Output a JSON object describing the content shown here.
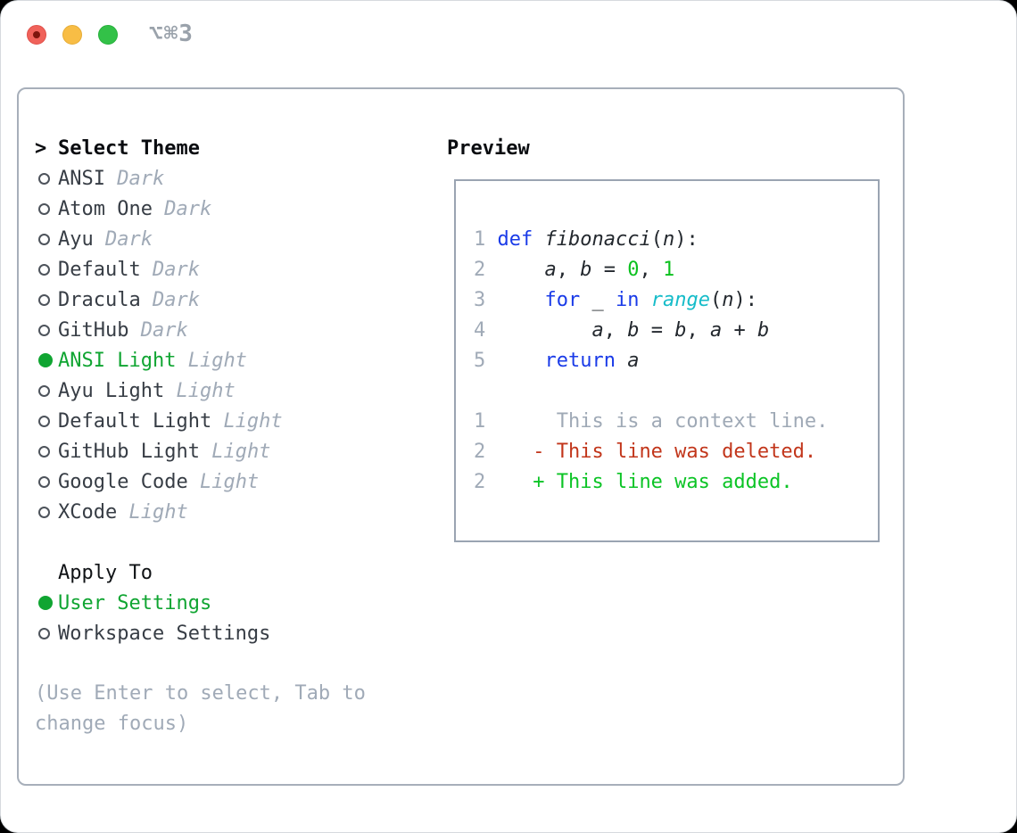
{
  "window": {
    "shortcut_label": "⌥⌘3",
    "traffic_lights": [
      {
        "name": "close",
        "color": "#f0625a",
        "modified_dot": true
      },
      {
        "name": "minimize",
        "color": "#f8bd45",
        "modified_dot": false
      },
      {
        "name": "zoom",
        "color": "#33c148",
        "modified_dot": false
      }
    ]
  },
  "colors": {
    "accent_green": "#10a532",
    "muted_gray": "#a0aab7",
    "item_text": "#373d45",
    "keyword_blue": "#1a3be8",
    "builtin_cyan": "#16bcc9",
    "number_green": "#0cc11f",
    "diff_deleted_red": "#c2361b",
    "diff_added_green": "#0cc426",
    "panel_border": "#a7afba"
  },
  "theme_panel": {
    "title_prefix": ">",
    "title": "Select Theme",
    "themes": [
      {
        "name": "ANSI",
        "variant": "Dark",
        "selected": false
      },
      {
        "name": "Atom One",
        "variant": "Dark",
        "selected": false
      },
      {
        "name": "Ayu",
        "variant": "Dark",
        "selected": false
      },
      {
        "name": "Default",
        "variant": "Dark",
        "selected": false
      },
      {
        "name": "Dracula",
        "variant": "Dark",
        "selected": false
      },
      {
        "name": "GitHub",
        "variant": "Dark",
        "selected": false
      },
      {
        "name": "ANSI Light",
        "variant": "Light",
        "selected": true
      },
      {
        "name": "Ayu Light",
        "variant": "Light",
        "selected": false
      },
      {
        "name": "Default Light",
        "variant": "Light",
        "selected": false
      },
      {
        "name": "GitHub Light",
        "variant": "Light",
        "selected": false
      },
      {
        "name": "Google Code",
        "variant": "Light",
        "selected": false
      },
      {
        "name": "XCode",
        "variant": "Light",
        "selected": false
      }
    ],
    "apply_to": {
      "title": "Apply To",
      "options": [
        {
          "label": "User Settings",
          "selected": true
        },
        {
          "label": "Workspace Settings",
          "selected": false
        }
      ]
    },
    "hint": "(Use Enter to select, Tab to change focus)"
  },
  "preview": {
    "title": "Preview",
    "code_lines": [
      {
        "num": "1",
        "tokens": [
          [
            "def",
            "kw"
          ],
          [
            " ",
            ""
          ],
          [
            "fibonacci",
            "fn"
          ],
          [
            "(",
            ""
          ],
          [
            "n",
            "var"
          ],
          [
            "):",
            ""
          ]
        ]
      },
      {
        "num": "2",
        "tokens": [
          [
            "    ",
            ""
          ],
          [
            "a",
            "var"
          ],
          [
            ", ",
            ""
          ],
          [
            "b",
            "var"
          ],
          [
            " = ",
            ""
          ],
          [
            "0",
            "numlit"
          ],
          [
            ", ",
            ""
          ],
          [
            "1",
            "numlit"
          ]
        ]
      },
      {
        "num": "3",
        "tokens": [
          [
            "    ",
            ""
          ],
          [
            "for",
            "kw"
          ],
          [
            " _ ",
            ""
          ],
          [
            "in",
            "kw"
          ],
          [
            " ",
            ""
          ],
          [
            "range",
            "bi"
          ],
          [
            "(",
            ""
          ],
          [
            "n",
            "var"
          ],
          [
            "):",
            ""
          ]
        ]
      },
      {
        "num": "4",
        "tokens": [
          [
            "        ",
            ""
          ],
          [
            "a",
            "var"
          ],
          [
            ", ",
            ""
          ],
          [
            "b",
            "var"
          ],
          [
            " = ",
            ""
          ],
          [
            "b",
            "var"
          ],
          [
            ", ",
            ""
          ],
          [
            "a",
            "var"
          ],
          [
            " + ",
            ""
          ],
          [
            "b",
            "var"
          ]
        ]
      },
      {
        "num": "5",
        "tokens": [
          [
            "    ",
            ""
          ],
          [
            "return",
            "kw"
          ],
          [
            " ",
            ""
          ],
          [
            "a",
            "var"
          ]
        ]
      }
    ],
    "diff_lines": [
      {
        "num": "1",
        "sign": " ",
        "text": "This is a context line.",
        "kind": "ctx"
      },
      {
        "num": "2",
        "sign": "-",
        "text": "This line was deleted.",
        "kind": "del"
      },
      {
        "num": "2",
        "sign": "+",
        "text": "This line was added.",
        "kind": "add"
      }
    ]
  }
}
